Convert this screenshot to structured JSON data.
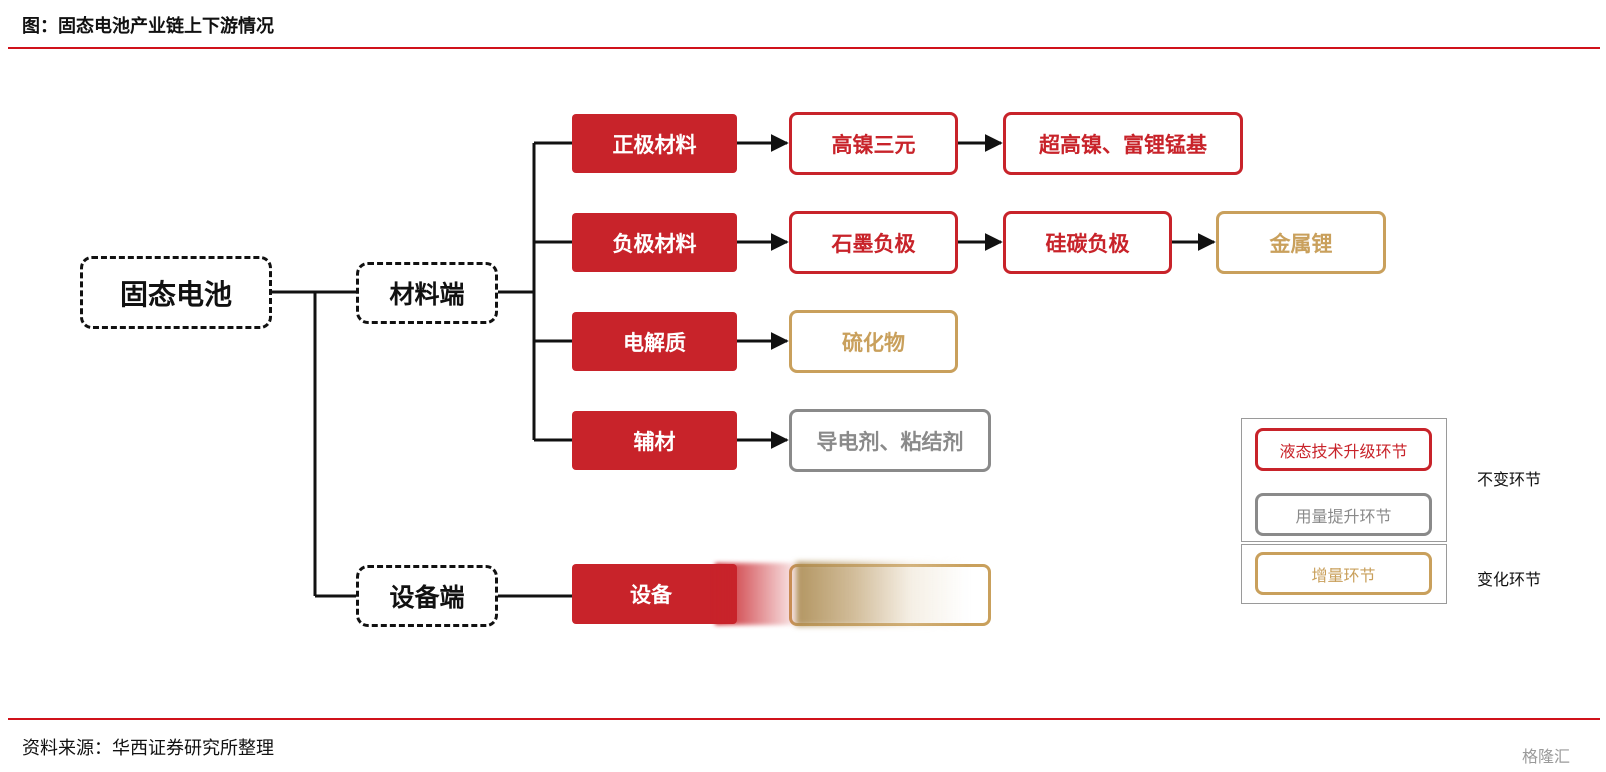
{
  "title": "图：固态电池产业链上下游情况",
  "source": "资料来源：华西证券研究所整理",
  "watermark": "格隆汇",
  "colors": {
    "red": "#c8232a",
    "gold": "#c9a05c",
    "gray": "#8a8a8a",
    "rule": "#d0121b"
  },
  "nodes": {
    "root": "固态电池",
    "materials": "材料端",
    "equipment": "设备端",
    "cathode": "正极材料",
    "anode": "负极材料",
    "electrolyte": "电解质",
    "auxiliary": "辅材",
    "device": "设备",
    "cathode_1": "高镍三元",
    "cathode_2": "超高镍、富锂锰基",
    "anode_1": "石墨负极",
    "anode_2": "硅碳负极",
    "anode_3": "金属锂",
    "electrolyte_1": "硫化物",
    "auxiliary_1": "导电剂、粘结剂"
  },
  "legend": {
    "items": [
      "液态技术升级环节",
      "用量提升环节",
      "增量环节"
    ],
    "groups": [
      "不变环节",
      "变化环节"
    ]
  }
}
